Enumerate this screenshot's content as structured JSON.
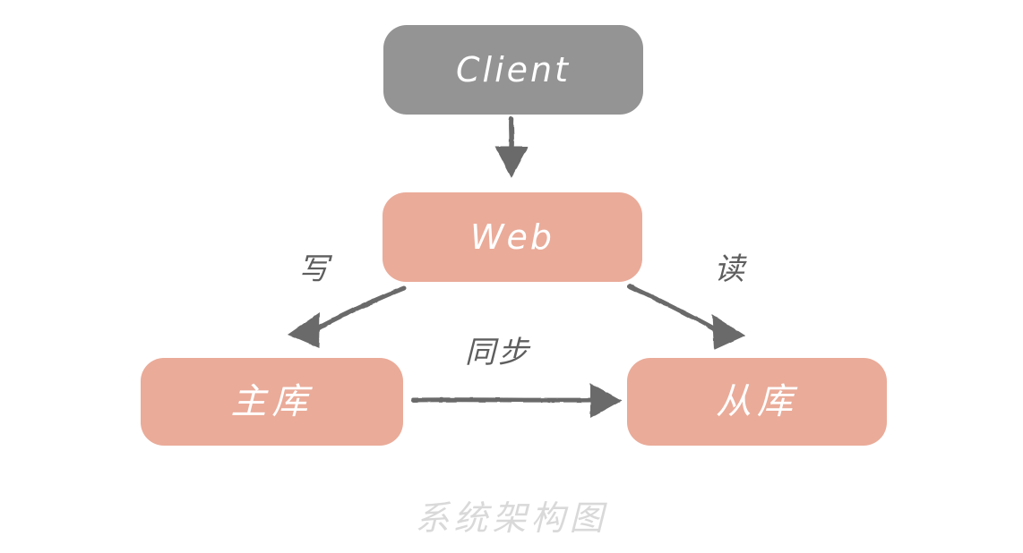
{
  "diagram": {
    "caption": "系统架构图",
    "caption_color": "#d9d9d9",
    "background_color": "#ffffff",
    "style": "hand-drawn sketch",
    "nodes": [
      {
        "id": "client",
        "label": "Client",
        "fill": "#949494",
        "text_color": "#ffffff",
        "script": "latin"
      },
      {
        "id": "web",
        "label": "Web",
        "fill": "#eaab99",
        "text_color": "#ffffff",
        "script": "latin"
      },
      {
        "id": "master",
        "label": "主库",
        "fill": "#eaab99",
        "text_color": "#ffffff",
        "script": "cjk"
      },
      {
        "id": "slave",
        "label": "从库",
        "fill": "#eaab99",
        "text_color": "#ffffff",
        "script": "cjk"
      }
    ],
    "edges": [
      {
        "id": "client-to-web",
        "from": "client",
        "to": "web",
        "label": "",
        "color": "#5e5e5e"
      },
      {
        "id": "web-to-master",
        "from": "web",
        "to": "master",
        "label": "写",
        "color": "#5e5e5e"
      },
      {
        "id": "web-to-slave",
        "from": "web",
        "to": "slave",
        "label": "读",
        "color": "#5e5e5e"
      },
      {
        "id": "master-to-slave",
        "from": "master",
        "to": "slave",
        "label": "同步",
        "color": "#5e5e5e"
      }
    ]
  }
}
